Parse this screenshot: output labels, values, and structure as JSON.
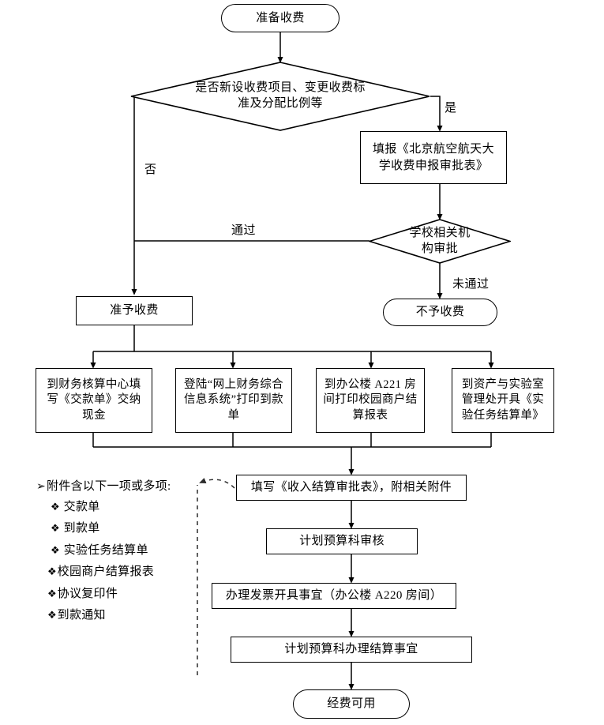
{
  "diagram": {
    "title_node": "准备收费",
    "nodes": {
      "start": "准备收费",
      "decision_new_fee": "是否新设收费项目、变更收费标准及分配比例等",
      "apply_form": "填报《北京航空航天大学收费申报审批表》",
      "decision_school_approval": "学校相关机构审批",
      "allow_charge": "准予收费",
      "deny_charge": "不予收费",
      "branch_1": "到财务核算中心填写《交款单》交纳现金",
      "branch_2": "登陆“网上财务综合信息系统”打印到款单",
      "branch_3": "到办公楼 A221 房间打印校园商户结算报表",
      "branch_4": "到资产与实验室管理处开具《实验任务结算单》",
      "settle_form": "填写《收入结算审批表》，附相关附件",
      "budget_review": "计划预算科审核",
      "invoice": "办理发票开具事宜（办公楼 A220 房间）",
      "budget_settle": "计划预算科办理结算事宜",
      "end": "经费可用"
    },
    "edge_labels": {
      "yes": "是",
      "no": "否",
      "passed": "通过",
      "not_passed": "未通过"
    },
    "legend": {
      "title": "附件含以下一项或多项:",
      "title_bullet": "➢",
      "item_bullet": "❖",
      "items": [
        "交款单",
        "到款单",
        "实验任务结算单",
        "校园商户结算报表",
        "协议复印件",
        "到款通知"
      ]
    },
    "colors": {
      "stroke": "#000000",
      "background": "#ffffff",
      "text": "#000000",
      "dashed_connector": "#333333"
    }
  }
}
